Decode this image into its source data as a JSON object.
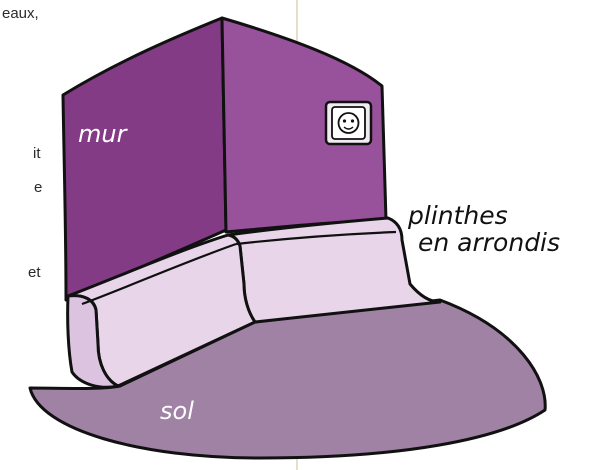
{
  "text_fragments": {
    "line1": "eaux,",
    "line2": "it",
    "line3": "e",
    "line4": "et"
  },
  "labels": {
    "wall": "mur",
    "baseboards_line1": "plinthes",
    "baseboards_line2": "en arrondis",
    "floor": "sol"
  },
  "colors": {
    "wall_left": "#843b86",
    "wall_right": "#98529b",
    "baseboard": "#e8d5ea",
    "floor": "#9f82a4",
    "outline": "#111111",
    "divider_line": "#d8c7a8"
  },
  "icons": {
    "outlet": "power-outlet-icon"
  }
}
